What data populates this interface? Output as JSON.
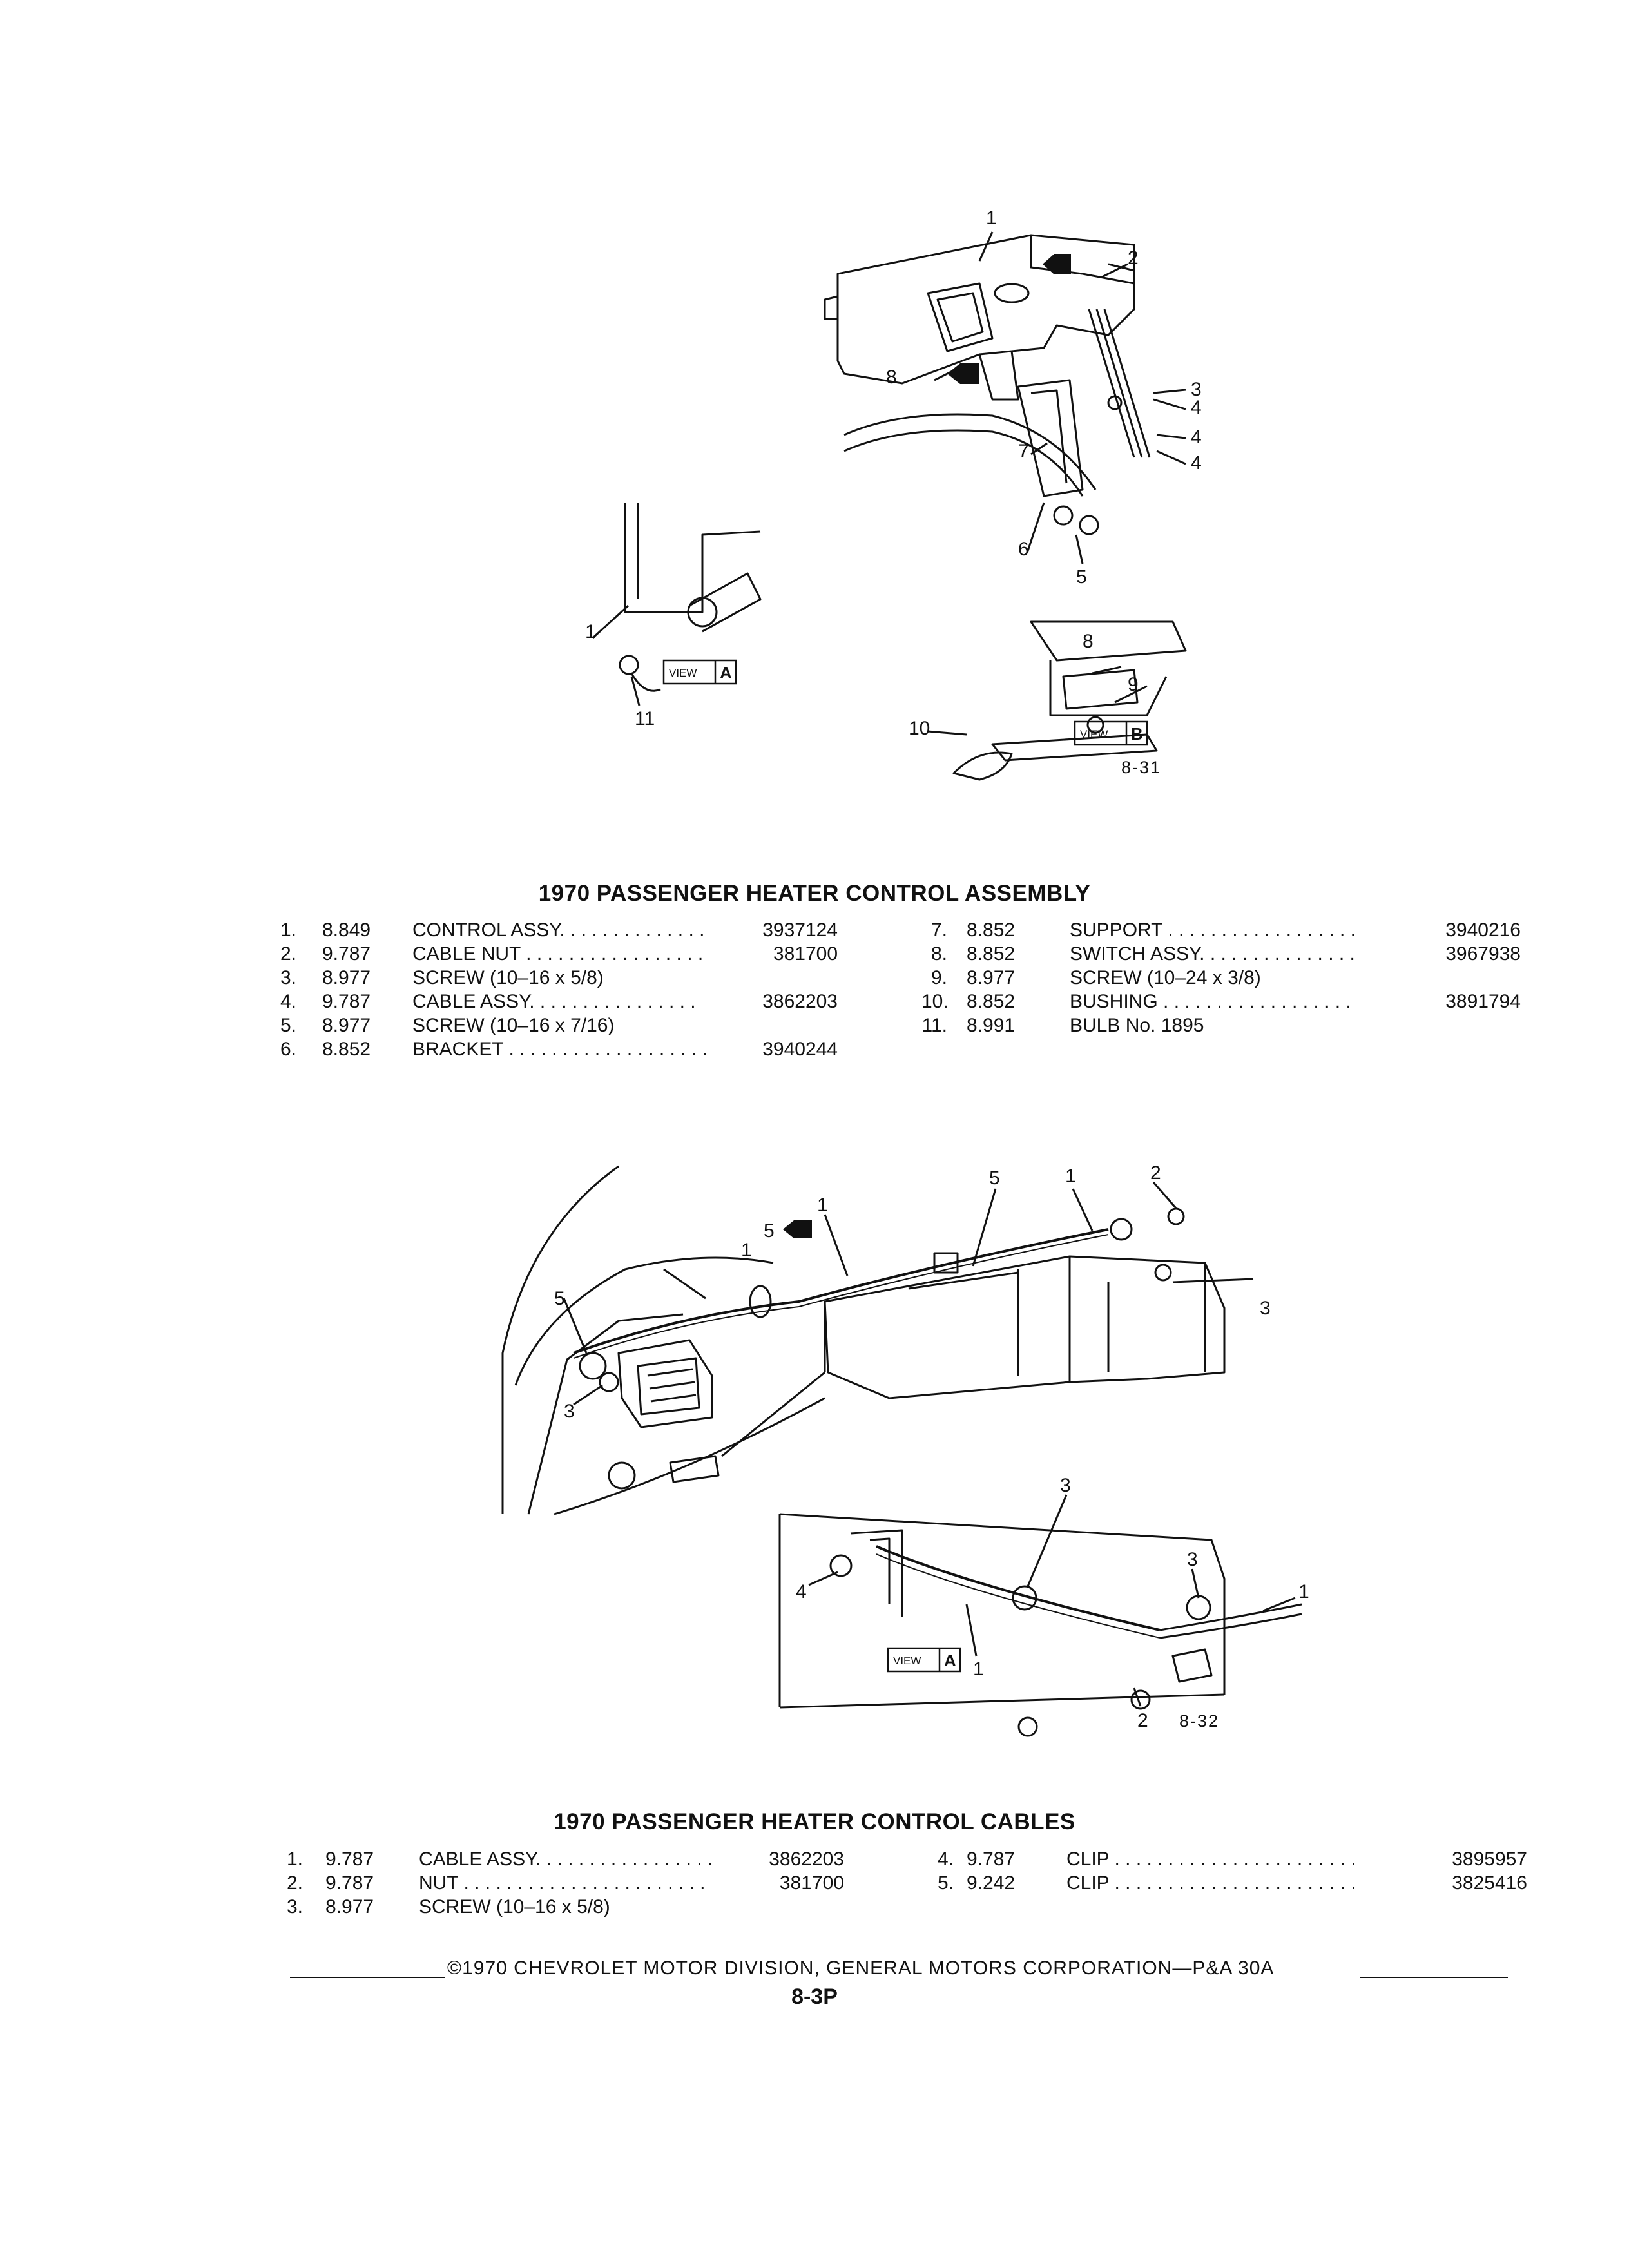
{
  "figure1": {
    "figure_number": "8-31",
    "view_a": {
      "label": "VIEW",
      "letter": "A"
    },
    "view_b": {
      "label": "VIEW",
      "letter": "B"
    },
    "callouts": [
      "1",
      "2",
      "3",
      "4",
      "4",
      "4",
      "4",
      "5",
      "6",
      "7",
      "8",
      "1",
      "11",
      "8",
      "9",
      "10"
    ]
  },
  "section1": {
    "title": "1970 PASSENGER HEATER CONTROL ASSEMBLY",
    "left": [
      {
        "num": "1.",
        "code": "8.849",
        "desc": "CONTROL ASSY. . . . . . . . . . . . . .",
        "part": "3937124"
      },
      {
        "num": "2.",
        "code": "9.787",
        "desc": "CABLE NUT . . . . . . . . . . . . . . . . .",
        "part": "381700"
      },
      {
        "num": "3.",
        "code": "8.977",
        "desc": "SCREW (10–16 x 5/8)",
        "part": ""
      },
      {
        "num": "4.",
        "code": "9.787",
        "desc": "CABLE ASSY. . . . . . . . . . . . . . . .",
        "part": "3862203"
      },
      {
        "num": "5.",
        "code": "8.977",
        "desc": "SCREW (10–16 x 7/16)",
        "part": ""
      },
      {
        "num": "6.",
        "code": "8.852",
        "desc": "BRACKET . . . . . . . . . . . . . . . . . . .",
        "part": "3940244"
      }
    ],
    "right": [
      {
        "num": "7.",
        "code": "8.852",
        "desc": "SUPPORT . . . . . . . . . . . . . . . . . .",
        "part": "3940216"
      },
      {
        "num": "8.",
        "code": "8.852",
        "desc": "SWITCH ASSY. . . . . . . . . . . . . . .",
        "part": "3967938"
      },
      {
        "num": "9.",
        "code": "8.977",
        "desc": "SCREW (10–24 x 3/8)",
        "part": ""
      },
      {
        "num": "10.",
        "code": "8.852",
        "desc": "BUSHING . . . . . . . . . . . . . . . . . .",
        "part": "3891794"
      },
      {
        "num": "11.",
        "code": "8.991",
        "desc": "BULB No. 1895",
        "part": ""
      }
    ]
  },
  "figure2": {
    "figure_number": "8-32",
    "view_a": {
      "label": "VIEW",
      "letter": "A"
    },
    "callouts": [
      "5",
      "1",
      "2",
      "5",
      "1",
      "1",
      "5",
      "3",
      "3",
      "3",
      "4",
      "3",
      "1",
      "1",
      "2"
    ]
  },
  "section2": {
    "title": "1970 PASSENGER HEATER CONTROL CABLES",
    "left": [
      {
        "num": "1.",
        "code": "9.787",
        "desc": "CABLE ASSY. . . . . . . . . . . . . . . . .",
        "part": "3862203"
      },
      {
        "num": "2.",
        "code": "9.787",
        "desc": "NUT . . . . . . . . . . . . . . . . . . . . . . .",
        "part": "381700"
      },
      {
        "num": "3.",
        "code": "8.977",
        "desc": "SCREW (10–16 x 5/8)",
        "part": ""
      }
    ],
    "right": [
      {
        "num": "4.",
        "code": "9.787",
        "desc": "CLIP . . . . . . . . . . . . . . . . . . . . . . .",
        "part": "3895957"
      },
      {
        "num": "5.",
        "code": "9.242",
        "desc": "CLIP . . . . . . . . . . . . . . . . . . . . . . .",
        "part": "3825416"
      }
    ]
  },
  "footer": {
    "copyright": "©1970 CHEVROLET MOTOR DIVISION, GENERAL MOTORS CORPORATION—P&A 30A",
    "page": "8-3P"
  }
}
